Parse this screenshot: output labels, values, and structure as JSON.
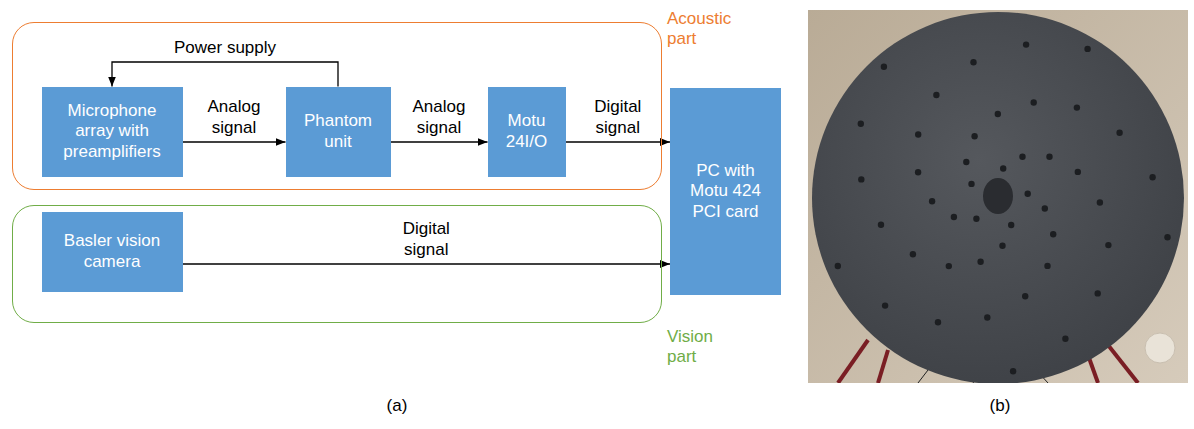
{
  "diagram": {
    "nodes": [
      {
        "text": [
          "Acoustic part"
        ]
      },
      {
        "text": [
          "Microphone array with preamplifiers"
        ],
        "in": 0
      },
      {
        "text": [
          "Phantom unit"
        ],
        "in": 0
      },
      {
        "text": [
          "Motu 24I/O"
        ],
        "in": 0
      },
      {
        "text": [
          "PC with Motu 424 PCI card"
        ]
      },
      {
        "text": [
          "Vision part"
        ]
      },
      {
        "text": [
          "Basler vision camera"
        ],
        "in": 5
      }
    ],
    "edges": [
      {
        "from": 1,
        "to": 2,
        "label": "Analog signal",
        "arrow": "to"
      },
      {
        "from": 2,
        "to": 3,
        "label": "Analog signal",
        "arrow": "to"
      },
      {
        "from": 3,
        "to": 4,
        "label": "Digital signal",
        "arrow": "to"
      },
      {
        "from": 2,
        "to": 1,
        "label": "Power supply",
        "arrow": "to"
      },
      {
        "from": 6,
        "to": 4,
        "label": "Digital signal",
        "arrow": "to"
      }
    ],
    "labels": [
      "(a)",
      "(b)"
    ]
  }
}
